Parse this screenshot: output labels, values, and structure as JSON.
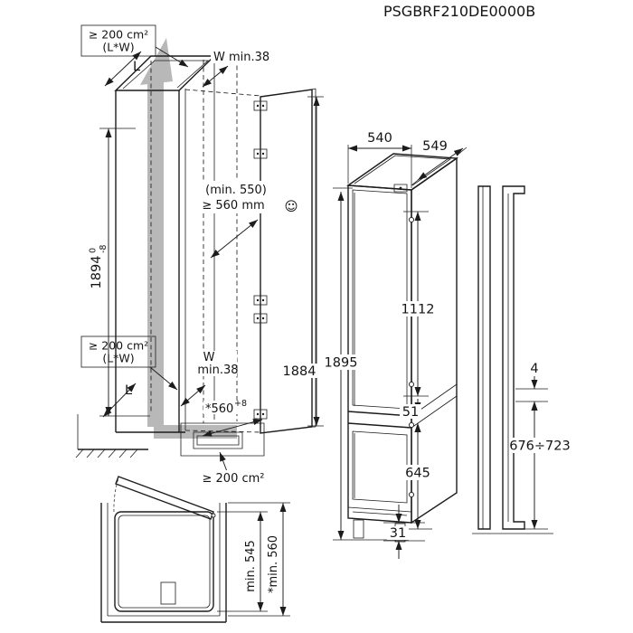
{
  "title": "PSGBRF210DE0000B",
  "colors": {
    "line": "#1c1c1c",
    "airflow": "#b8b8b8",
    "background": "#ffffff"
  },
  "niche": {
    "vent_top_line1": "≥ 200 cm²",
    "vent_top_line2": "(L*W)",
    "vent_mid_line1": "≥ 200 cm²",
    "vent_mid_line2": "(L*W)",
    "vent_bottom": "≥ 200 cm²",
    "length_top": "L",
    "length_mid": "L",
    "width_top": "W min.38",
    "width_mid_line1": "W",
    "width_mid_line2": "min.38",
    "height_value": "1894",
    "height_tol_upper": "0",
    "height_tol_lower": "-8",
    "base_depth_value": "*560",
    "base_depth_tol": "+8"
  },
  "recess": {
    "depth_min_line1": "(min. 550)",
    "depth_min_line2": "≥ 560 mm",
    "smiley": "☺"
  },
  "furniture_door_height": "1884",
  "appliance": {
    "width": "540",
    "depth": "549",
    "height": "1895",
    "upper_door": "1112",
    "door_gap": "51",
    "lower_door": "645",
    "base_vent_height": "31"
  },
  "side_view": {
    "door_gap": "4",
    "hinge_range": "676÷723"
  },
  "top_view": {
    "appliance_depth": "min. 545",
    "niche_depth": "*min. 560"
  }
}
